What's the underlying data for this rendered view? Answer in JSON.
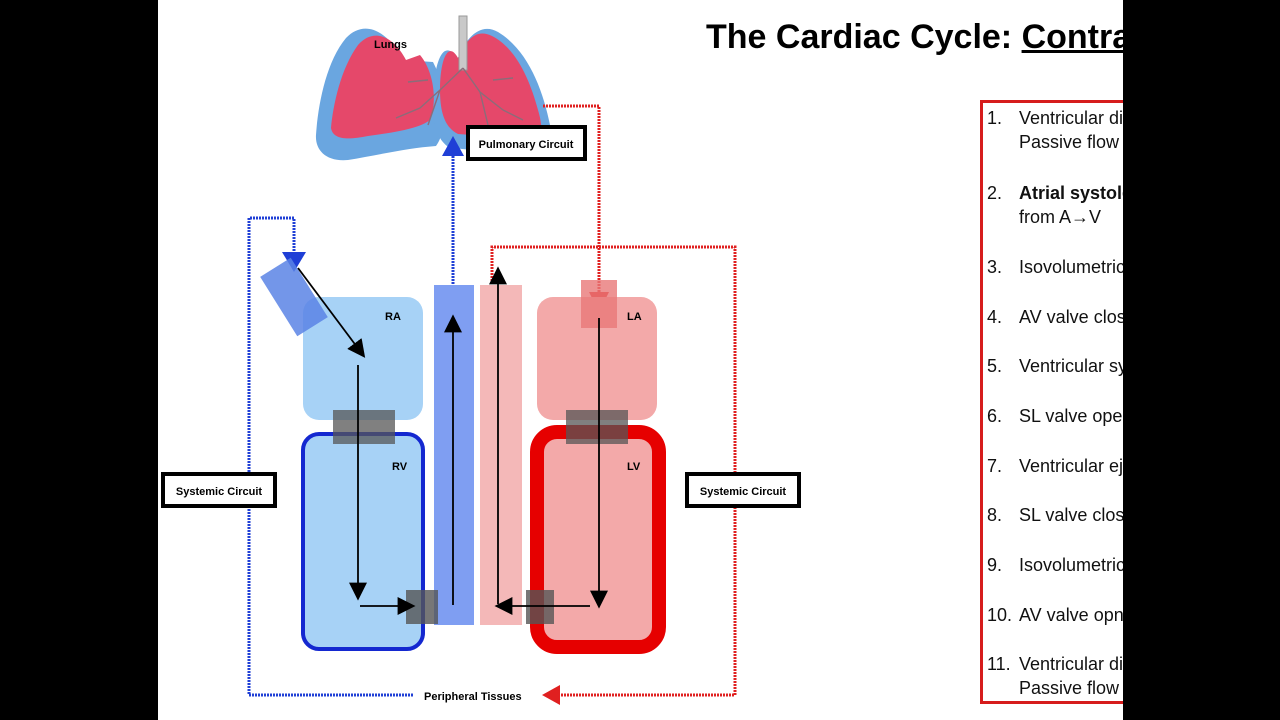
{
  "title": {
    "main": "The Cardiac Cycle: ",
    "underlined": "Contractions"
  },
  "labels": {
    "lungs": "Lungs",
    "pulmonary": "Pulmonary Circuit",
    "systemic_left": "Systemic Circuit",
    "systemic_right": "Systemic Circuit",
    "peripheral": "Peripheral Tissues",
    "ra": "RA",
    "rv": "RV",
    "la": "LA",
    "lv": "LV"
  },
  "steps": [
    {
      "num": "1.",
      "text": "Ventricular diastole/ Passive flow from A→V"
    },
    {
      "num": "2.",
      "bold": "Atrial systole",
      "text": "/Active flow from A→V"
    },
    {
      "num": "3.",
      "text": "Isovolumetric contraction"
    },
    {
      "num": "4.",
      "text": "AV valve closes"
    },
    {
      "num": "5.",
      "text": "Ventricular systole"
    },
    {
      "num": "6.",
      "text": "SL valve opens"
    },
    {
      "num": "7.",
      "text": "Ventricular ejection"
    },
    {
      "num": "8.",
      "text": "SL valve closes"
    },
    {
      "num": "9.",
      "text": "Isovolumetric relaxation"
    },
    {
      "num": "10.",
      "text": "AV valve opnes"
    },
    {
      "num": "11.",
      "text": "Ventricular diastole/ Passive flow from A→V"
    }
  ],
  "colors": {
    "deoxy": "#1f3fd6",
    "oxy": "#e02020",
    "atrium_right": "#a7d2f6",
    "atrium_left": "#f3a9a9",
    "vessel_blue": "#7f9ef2",
    "vessel_pink": "#f4b8b8",
    "valve": "#555555"
  }
}
